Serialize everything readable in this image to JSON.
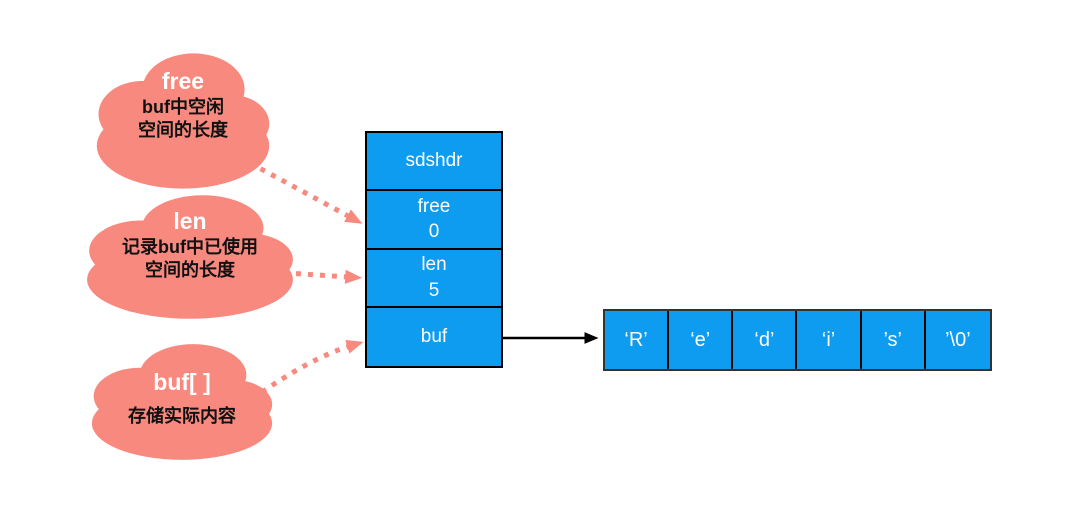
{
  "clouds": [
    {
      "title": "free",
      "line1": "buf中空闲",
      "line2": "空间的长度"
    },
    {
      "title": "len",
      "line1": "记录buf中已使用",
      "line2": "空间的长度"
    },
    {
      "title": "buf[ ]",
      "line1": "存储实际内容"
    }
  ],
  "struct": {
    "rows": [
      {
        "label": "sdshdr",
        "value": ""
      },
      {
        "label": "free",
        "value": "0"
      },
      {
        "label": "len",
        "value": "5"
      },
      {
        "label": "buf",
        "value": ""
      }
    ]
  },
  "array": {
    "cells": [
      "‘R’",
      "‘e’",
      "‘d’",
      "‘i’",
      "’s’",
      "’\\0’"
    ]
  },
  "colors": {
    "cloud": "#f8897f",
    "cell_blue": "#0d9cef",
    "border_black": "#000000",
    "arrow_dotted": "#f8897f",
    "arrow_solid": "#000000",
    "background": "#ffffff"
  }
}
